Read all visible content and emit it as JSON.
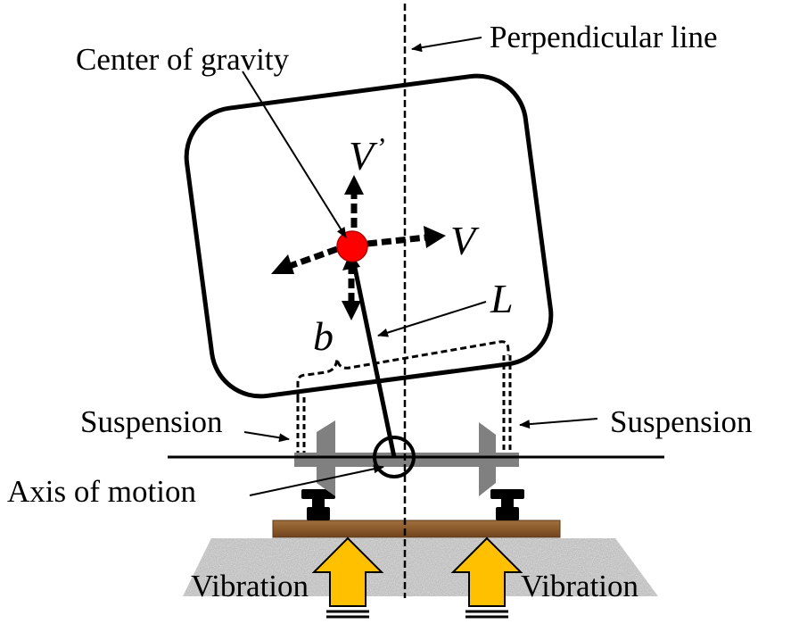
{
  "labels": {
    "perpendicular_line": "Perpendicular line",
    "center_of_gravity": "Center of gravity",
    "suspension_left": "Suspension",
    "suspension_right": "Suspension",
    "axis_of_motion": "Axis of motion",
    "vibration_left": "Vibration",
    "vibration_right": "Vibration"
  },
  "variables": {
    "v_prime": "V",
    "v_prime_mark": "’",
    "v": "V",
    "l": "L",
    "b": "b"
  },
  "colors": {
    "center_of_gravity": "#ff0000",
    "vibration_arrow": "#ffc000",
    "tie": "#8b5a2b",
    "wheel": "#808080",
    "ballast": "#bdbdbd"
  }
}
